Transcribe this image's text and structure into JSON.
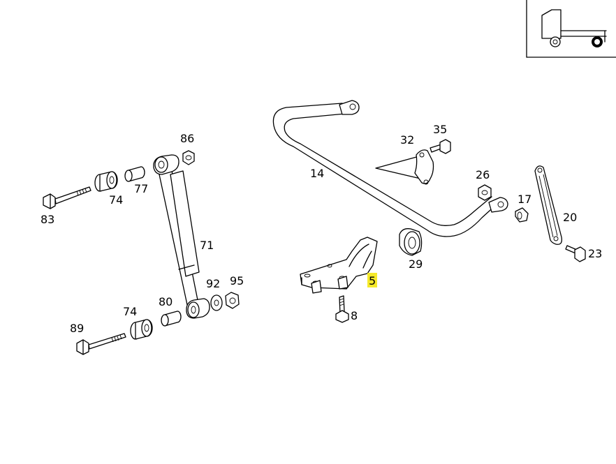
{
  "diagram": {
    "highlight_color": "#f5e92a",
    "ink_color": "#000000",
    "background": "#ffffff",
    "highlighted_part": "5",
    "labels": {
      "p83": "83",
      "p74a": "74",
      "p77": "77",
      "p86": "86",
      "p71": "71",
      "p74b": "74",
      "p80": "80",
      "p89": "89",
      "p92": "92",
      "p95": "95",
      "p14": "14",
      "p32": "32",
      "p35": "35",
      "p26": "26",
      "p17": "17",
      "p20": "20",
      "p23": "23",
      "p29": "29",
      "p5": "5",
      "p8": "8"
    }
  },
  "thumbnail": {
    "icon": "truck-side-view-icon"
  }
}
